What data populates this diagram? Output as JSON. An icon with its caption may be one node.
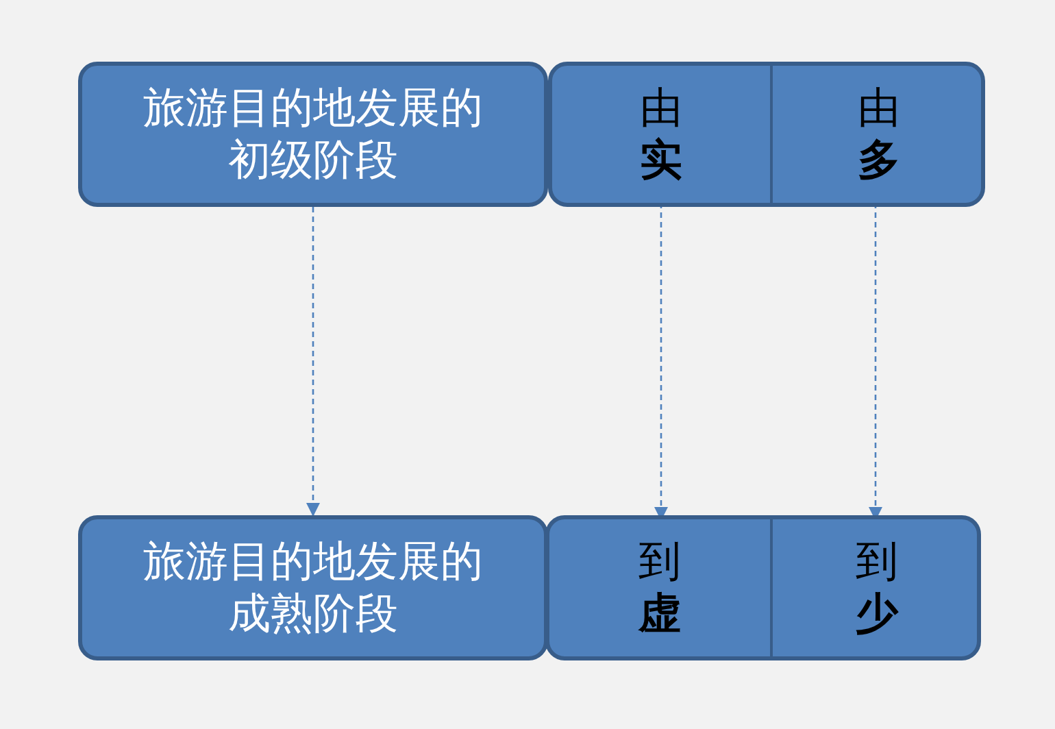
{
  "diagram": {
    "nodes": [
      {
        "text": [
          "旅游目的地发展的初级阶段"
        ]
      },
      {
        "text": [],
        "shape": "box"
      },
      {
        "text": [
          "由**实**"
        ],
        "in": 1
      },
      {
        "text": [
          "由**多**"
        ],
        "in": 1
      },
      {
        "text": [
          "旅游目的地发展的成熟阶段"
        ]
      },
      {
        "text": [],
        "shape": "box"
      },
      {
        "text": [
          "到**虚**"
        ],
        "in": 5
      },
      {
        "text": [
          "到**少**"
        ],
        "in": 5
      }
    ],
    "edges": [
      {
        "from": 0,
        "to": 4,
        "arrow": "to",
        "style": "dashed"
      },
      {
        "from": 2,
        "to": 6,
        "arrow": "to",
        "style": "dashed"
      },
      {
        "from": 3,
        "to": 7,
        "arrow": "to",
        "style": "dashed"
      }
    ]
  }
}
